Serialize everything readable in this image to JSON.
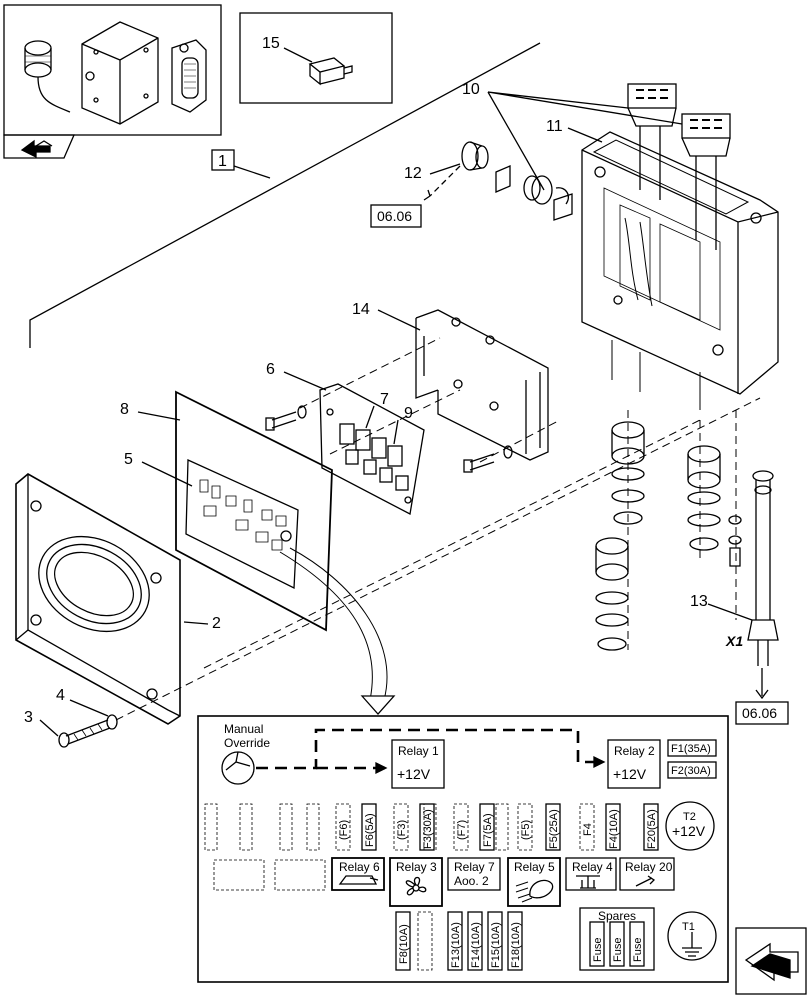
{
  "inset_ref": "1",
  "fuse_part_label": "15",
  "callouts": {
    "c1": "10",
    "c2": "11",
    "c3": "12",
    "c4": "14",
    "c5": "6",
    "c6": "7",
    "c7": "9",
    "c8": "8",
    "c9": "5",
    "c10": "2",
    "c11": "4",
    "c12": "3",
    "c13": "13"
  },
  "refs": {
    "top": "06.06",
    "bottom": "06.06"
  },
  "connector_tag": "X1",
  "panel": {
    "manual_override": [
      "Manual",
      "Override"
    ],
    "relay1": {
      "name": "Relay 1",
      "voltage": "+12V"
    },
    "relay2": {
      "name": "Relay 2",
      "voltage": "+12V"
    },
    "f1": "F1(35A)",
    "f2": "F2(30A)",
    "t2": {
      "name": "T2",
      "voltage": "+12V"
    },
    "fuses_row1": [
      "(F6)",
      "F6(5A)",
      "(F3)",
      "F3(30A)",
      "(F7)",
      "F7(5A)",
      "(F5)",
      "F5(25A)",
      "F4",
      "F4(10A)",
      "F20(5A)"
    ],
    "relays_row": [
      "Relay 6",
      "Relay 3",
      "Relay 7",
      "Relay 5",
      "Relay 4",
      "Relay 20"
    ],
    "relay7_sub": "Aoo. 2",
    "fuses_row3": [
      "F8(10A)",
      "F13(10A)",
      "F14(10A)",
      "F15(10A)",
      "F18(10A)"
    ],
    "spares": {
      "title": "Spares",
      "items": [
        "Fuse",
        "Fuse",
        "Fuse"
      ]
    },
    "t1": "T1"
  }
}
